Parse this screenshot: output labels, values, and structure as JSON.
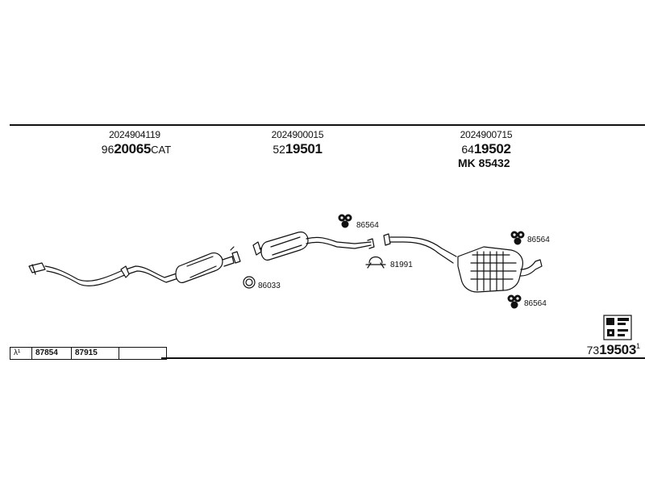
{
  "groups": [
    {
      "oe_ref": "2024904119",
      "pn_prefix": "96",
      "pn_main": "20065",
      "pn_suffix": "CAT"
    },
    {
      "oe_ref": "2024900015",
      "pn_prefix": "52",
      "pn_main": "19501",
      "pn_suffix": ""
    },
    {
      "oe_ref": "2024900715",
      "pn_prefix": "64",
      "pn_main": "19502",
      "pn_suffix": ""
    }
  ],
  "mount_kit": "MK  85432",
  "parts": {
    "hanger_mid": "86564",
    "hanger_rear_top": "86564",
    "hanger_rear_bottom": "86564",
    "clamp": "81991",
    "gasket": "86033"
  },
  "bottom_table": {
    "lambda": "λ¹",
    "values": [
      "87854",
      "87915",
      ""
    ]
  },
  "catalog": {
    "prefix": "73",
    "main": "19503",
    "sup": "1"
  }
}
